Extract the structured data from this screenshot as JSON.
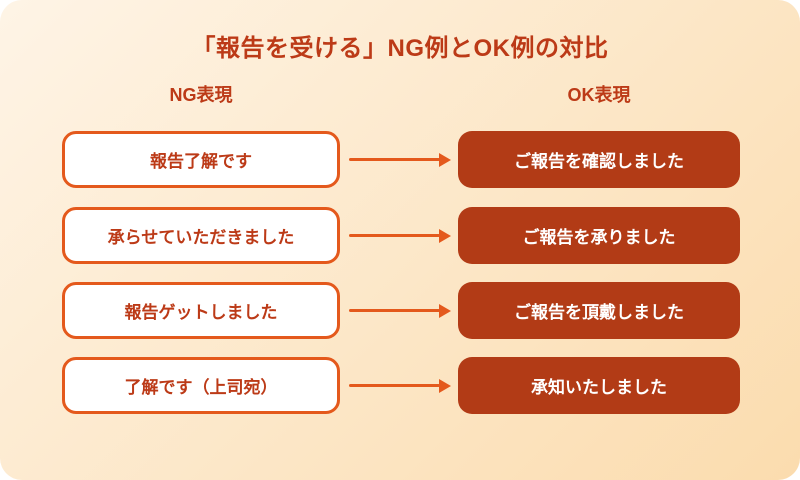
{
  "title": "「報告を受ける」NG例とOK例の対比",
  "columns": {
    "ng_header": "NG表現",
    "ok_header": "OK表現"
  },
  "rows": [
    {
      "ng": "報告了解です",
      "ok": "ご報告を確認しました"
    },
    {
      "ng": "承らせていただきました",
      "ok": "ご報告を承りました"
    },
    {
      "ng": "報告ゲットしました",
      "ok": "ご報告を頂戴しました"
    },
    {
      "ng": "了解です（上司宛）",
      "ok": "承知いたしました"
    }
  ],
  "icons": {
    "row_connector": "arrow-right"
  },
  "colors": {
    "accent_orange": "#e4591c",
    "deep_red": "#b23b16",
    "text_red": "#bc3a17",
    "bg_start": "#fef4e6",
    "bg_end": "#fbdcae",
    "ng_box_bg": "#ffffff",
    "ok_text": "#ffffff"
  }
}
